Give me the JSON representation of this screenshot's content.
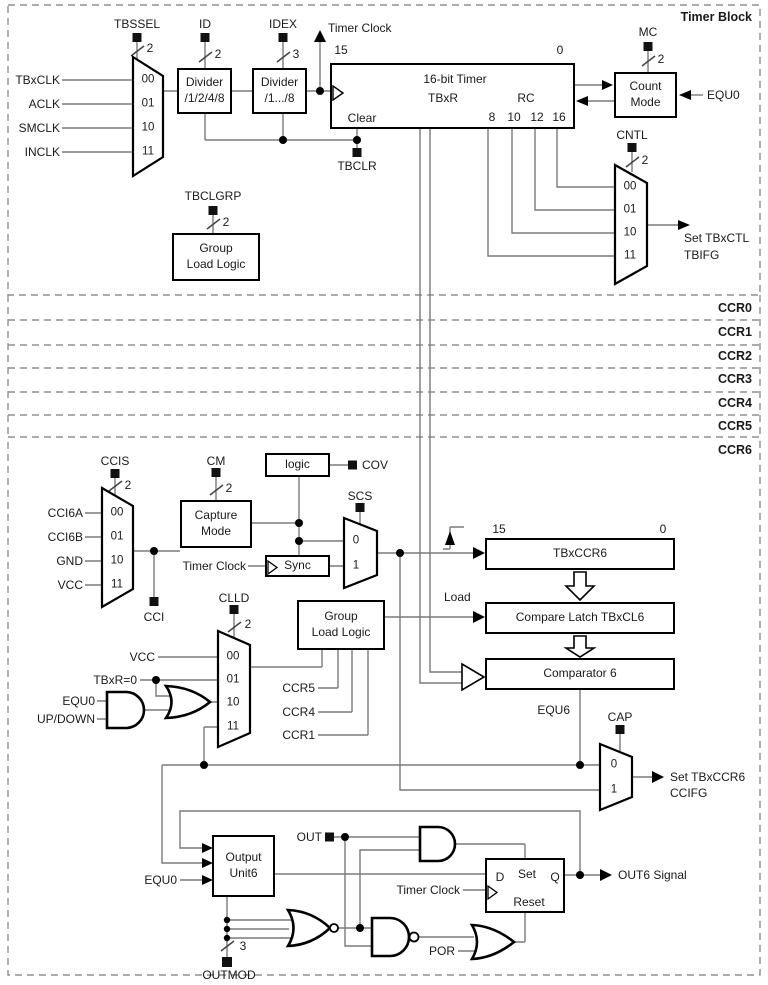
{
  "timer_block": {
    "title": "Timer Block",
    "tbssel": {
      "label": "TBSSEL",
      "width": "2",
      "options": [
        "00",
        "01",
        "10",
        "11"
      ]
    },
    "clock_inputs": [
      "TBxCLK",
      "ACLK",
      "SMCLK",
      "INCLK"
    ],
    "id_divider": {
      "label": "ID",
      "width": "2",
      "line1": "Divider",
      "line2": "/1/2/4/8"
    },
    "idex_divider": {
      "label": "IDEX",
      "width": "3",
      "line1": "Divider",
      "line2": "/1.../8"
    },
    "timer_clock": "Timer Clock",
    "timer": {
      "bit_high": "15",
      "bit_low": "0",
      "line1": "16-bit Timer",
      "line2": "TBxR",
      "rc": "RC",
      "clear": "Clear",
      "taps": [
        "8",
        "10",
        "12",
        "16"
      ]
    },
    "tbclr": "TBCLR",
    "count_mode": {
      "label": "MC",
      "width": "2",
      "line1": "Count",
      "line2": "Mode",
      "equ0": "EQU0"
    },
    "cntl": {
      "label": "CNTL",
      "width": "2",
      "options": [
        "00",
        "01",
        "10",
        "11"
      ],
      "out1": "Set TBxCTL",
      "out2": "TBIFG"
    },
    "tbclgrp": {
      "label": "TBCLGRP",
      "width": "2",
      "line1": "Group",
      "line2": "Load Logic"
    }
  },
  "ccr_bands": [
    "CCR0",
    "CCR1",
    "CCR2",
    "CCR3",
    "CCR4",
    "CCR5"
  ],
  "ccr6": {
    "title": "CCR6",
    "ccis": {
      "label": "CCIS",
      "width": "2",
      "options": [
        "00",
        "01",
        "10",
        "11"
      ],
      "inputs": [
        "CCI6A",
        "CCI6B",
        "GND",
        "VCC"
      ],
      "cci": "CCI"
    },
    "capture_mode": {
      "label": "CM",
      "width": "2",
      "line1": "Capture",
      "line2": "Mode"
    },
    "logic": {
      "label": "logic",
      "cov": "COV"
    },
    "sync": {
      "timer_clock": "Timer Clock",
      "label": "Sync"
    },
    "scs": {
      "label": "SCS",
      "options": [
        "0",
        "1"
      ]
    },
    "tbxccr6": {
      "bit_high": "15",
      "bit_low": "0",
      "label": "TBxCCR6"
    },
    "load": "Load",
    "compare_latch": "Compare Latch TBxCL6",
    "comparator": "Comparator 6",
    "equ6": "EQU6",
    "cap": {
      "label": "CAP",
      "options": [
        "0",
        "1"
      ],
      "out1": "Set TBxCCR6",
      "out2": "CCIFG"
    },
    "clld": {
      "label": "CLLD",
      "width": "2",
      "options": [
        "00",
        "01",
        "10",
        "11"
      ],
      "vcc": "VCC",
      "tbxr0": "TBxR=0",
      "equ0": "EQU0",
      "updown": "UP/DOWN"
    },
    "group_load_logic": {
      "line1": "Group",
      "line2": "Load Logic",
      "ccr5": "CCR5",
      "ccr4": "CCR4",
      "ccr1": "CCR1"
    },
    "output_unit": {
      "line1": "Output",
      "line2": "Unit6",
      "equ0": "EQU0",
      "out": "OUT"
    },
    "ff": {
      "d": "D",
      "set": "Set",
      "q": "Q",
      "reset": "Reset",
      "timer_clock": "Timer Clock",
      "por": "POR"
    },
    "out6": "OUT6 Signal",
    "outmod": {
      "label": "OUTMOD",
      "width": "3"
    }
  },
  "colors": {
    "wire": "#7a7a7a",
    "outline": "#000000",
    "dashed_border": "#8f8f8f"
  }
}
